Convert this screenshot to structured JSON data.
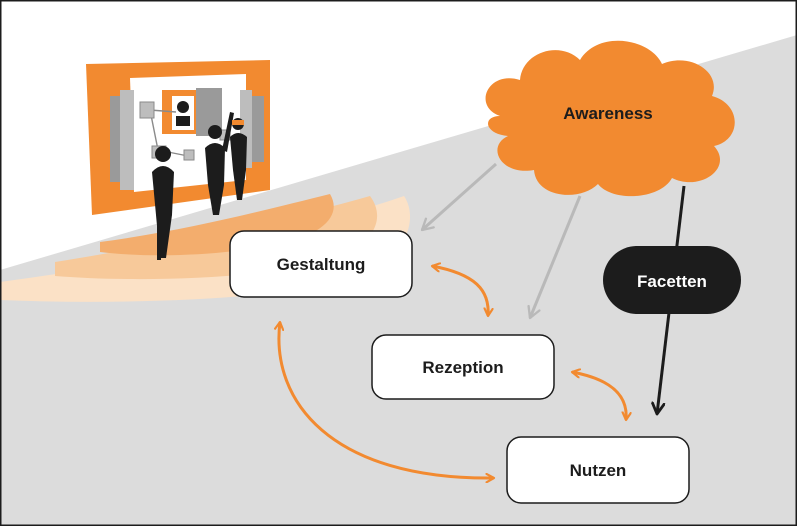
{
  "nodes": {
    "gestaltung": "Gestaltung",
    "rezeption": "Rezeption",
    "nutzen": "Nutzen",
    "awareness": "Awareness",
    "facetten": "Facetten"
  },
  "colors": {
    "accent_orange": "#f28a30",
    "arrow_gray": "#b9b9b9",
    "floor_gray": "#dcdcdc",
    "dark": "#1c1c1c"
  }
}
